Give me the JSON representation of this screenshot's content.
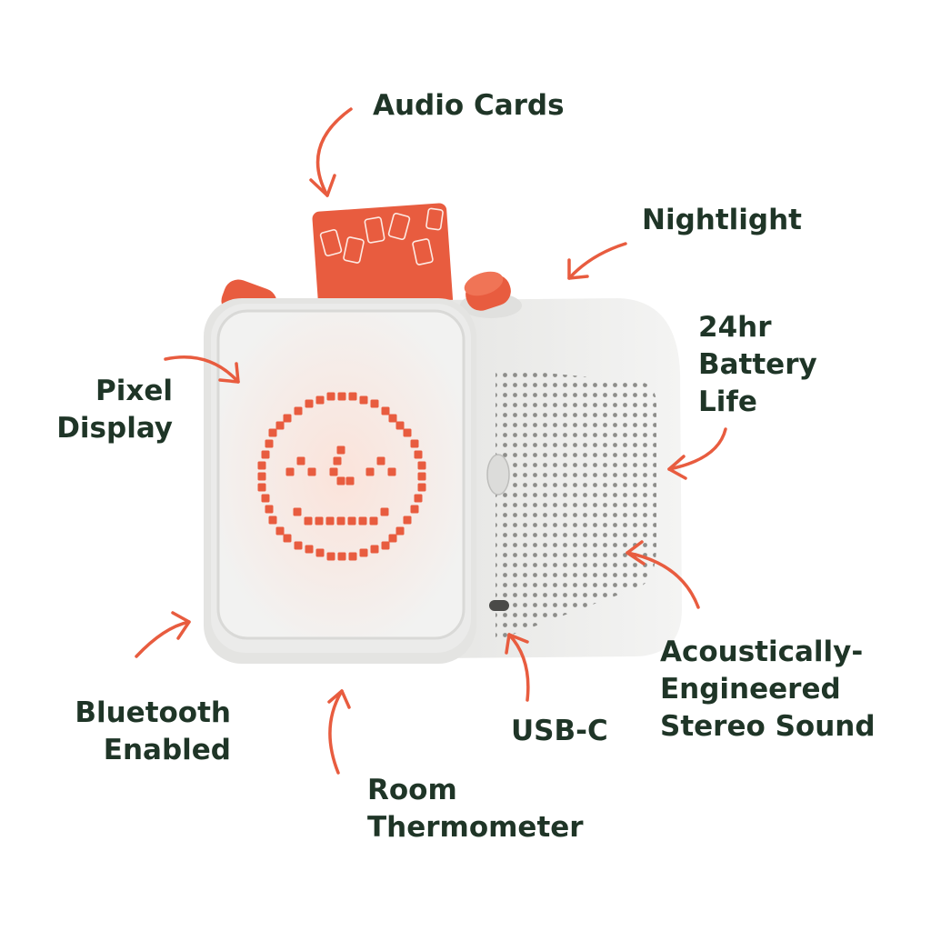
{
  "colors": {
    "accent": "#e85c3f",
    "text": "#1f3527",
    "device_body": "#ebebea",
    "screen": "#f2f2f1",
    "background": "#ffffff"
  },
  "labels": {
    "audio_cards": [
      "Audio Cards"
    ],
    "nightlight": [
      "Nightlight"
    ],
    "battery": [
      "24hr",
      "Battery",
      "Life"
    ],
    "pixel_display": [
      "Pixel",
      "Display"
    ],
    "acoustic": [
      "Acoustically-",
      "Engineered",
      "Stereo Sound"
    ],
    "usb_c": [
      "USB-C"
    ],
    "bluetooth": [
      "Bluetooth",
      "Enabled"
    ],
    "thermometer": [
      "Room",
      "Thermometer"
    ]
  }
}
